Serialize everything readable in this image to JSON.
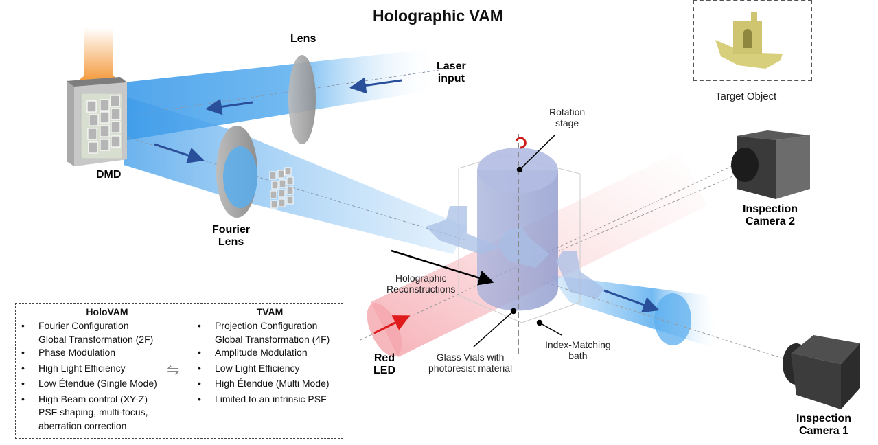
{
  "title": "Holographic VAM",
  "components": {
    "dmd": "DMD",
    "lens": "Lens",
    "laser_input": [
      "Laser",
      "input"
    ],
    "fourier_lens": [
      "Fourier",
      "Lens"
    ],
    "rotation_stage": [
      "Rotation",
      "stage"
    ],
    "holographic_reconstructions": [
      "Holographic",
      "Reconstructions"
    ],
    "glass_vials": [
      "Glass Vials with",
      "photoresist material"
    ],
    "index_matching": [
      "Index-Matching",
      "bath"
    ],
    "red_led": [
      "Red",
      "LED"
    ],
    "camera_2": [
      "Inspection",
      "Camera 2"
    ],
    "camera_1": [
      "Inspection",
      "Camera 1"
    ],
    "target_object": "Target Object"
  },
  "colors": {
    "blue_beam": "#3d9be9",
    "red_beam": "#f4a6ad",
    "arrow_blue": "#2a4f9a",
    "arrow_red": "#e01b1b",
    "vial": "#9aa7d6",
    "boat": "#d8cf7c",
    "camera": "#3a3a3a",
    "lens": "#9e9e9e",
    "dmd_ribbon": "#f49a3c"
  },
  "comparison": {
    "swap_icon": "⇋",
    "holovam": {
      "header": "HoloVAM",
      "items": [
        {
          "text": "Fourier Configuration",
          "sub": "Global Transformation (2F)"
        },
        {
          "text": "Phase Modulation",
          "sub": ""
        },
        {
          "text": "High Light Efficiency",
          "sub": ""
        },
        {
          "text": "Low Étendue (Single Mode)",
          "sub": ""
        },
        {
          "text": "High Beam control (XY-Z)",
          "sub": "PSF shaping, multi-focus,",
          "sub2": "aberration correction"
        }
      ]
    },
    "tvam": {
      "header": "TVAM",
      "items": [
        {
          "text": "Projection Configuration",
          "sub": "Global Transformation (4F)"
        },
        {
          "text": "Amplitude Modulation",
          "sub": ""
        },
        {
          "text": "Low Light Efficiency",
          "sub": ""
        },
        {
          "text": "High Étendue (Multi Mode)",
          "sub": ""
        },
        {
          "text": "Limited to an intrinsic PSF",
          "sub": ""
        }
      ]
    },
    "bullet": "•"
  }
}
